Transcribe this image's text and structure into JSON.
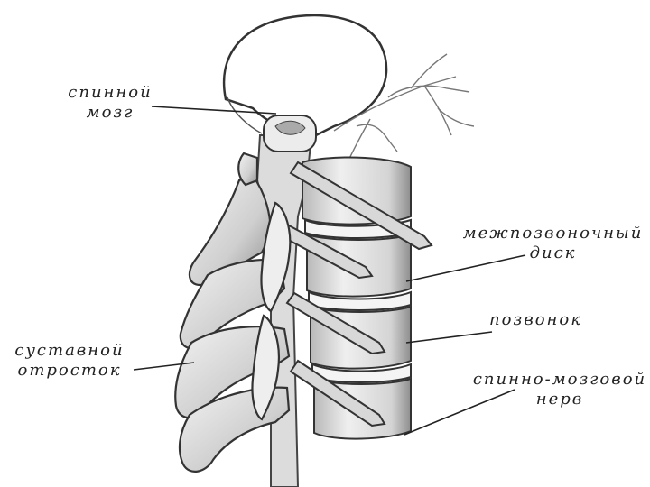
{
  "labels": {
    "spinal_cord": {
      "line1": "спинной",
      "line2": "мозг"
    },
    "disc": {
      "line1": "межпозвоночный",
      "line2": "диск"
    },
    "vertebra": {
      "line1": "позвонок"
    },
    "articular": {
      "line1": "суставной",
      "line2": "отросток"
    },
    "nerve": {
      "line1": "спинно-мозговой",
      "line2": "нерв"
    }
  },
  "colors": {
    "ink": "#222222",
    "bone": "#e9e9e9",
    "shade": "#b5b5b5",
    "dark": "#6a6a6a"
  }
}
